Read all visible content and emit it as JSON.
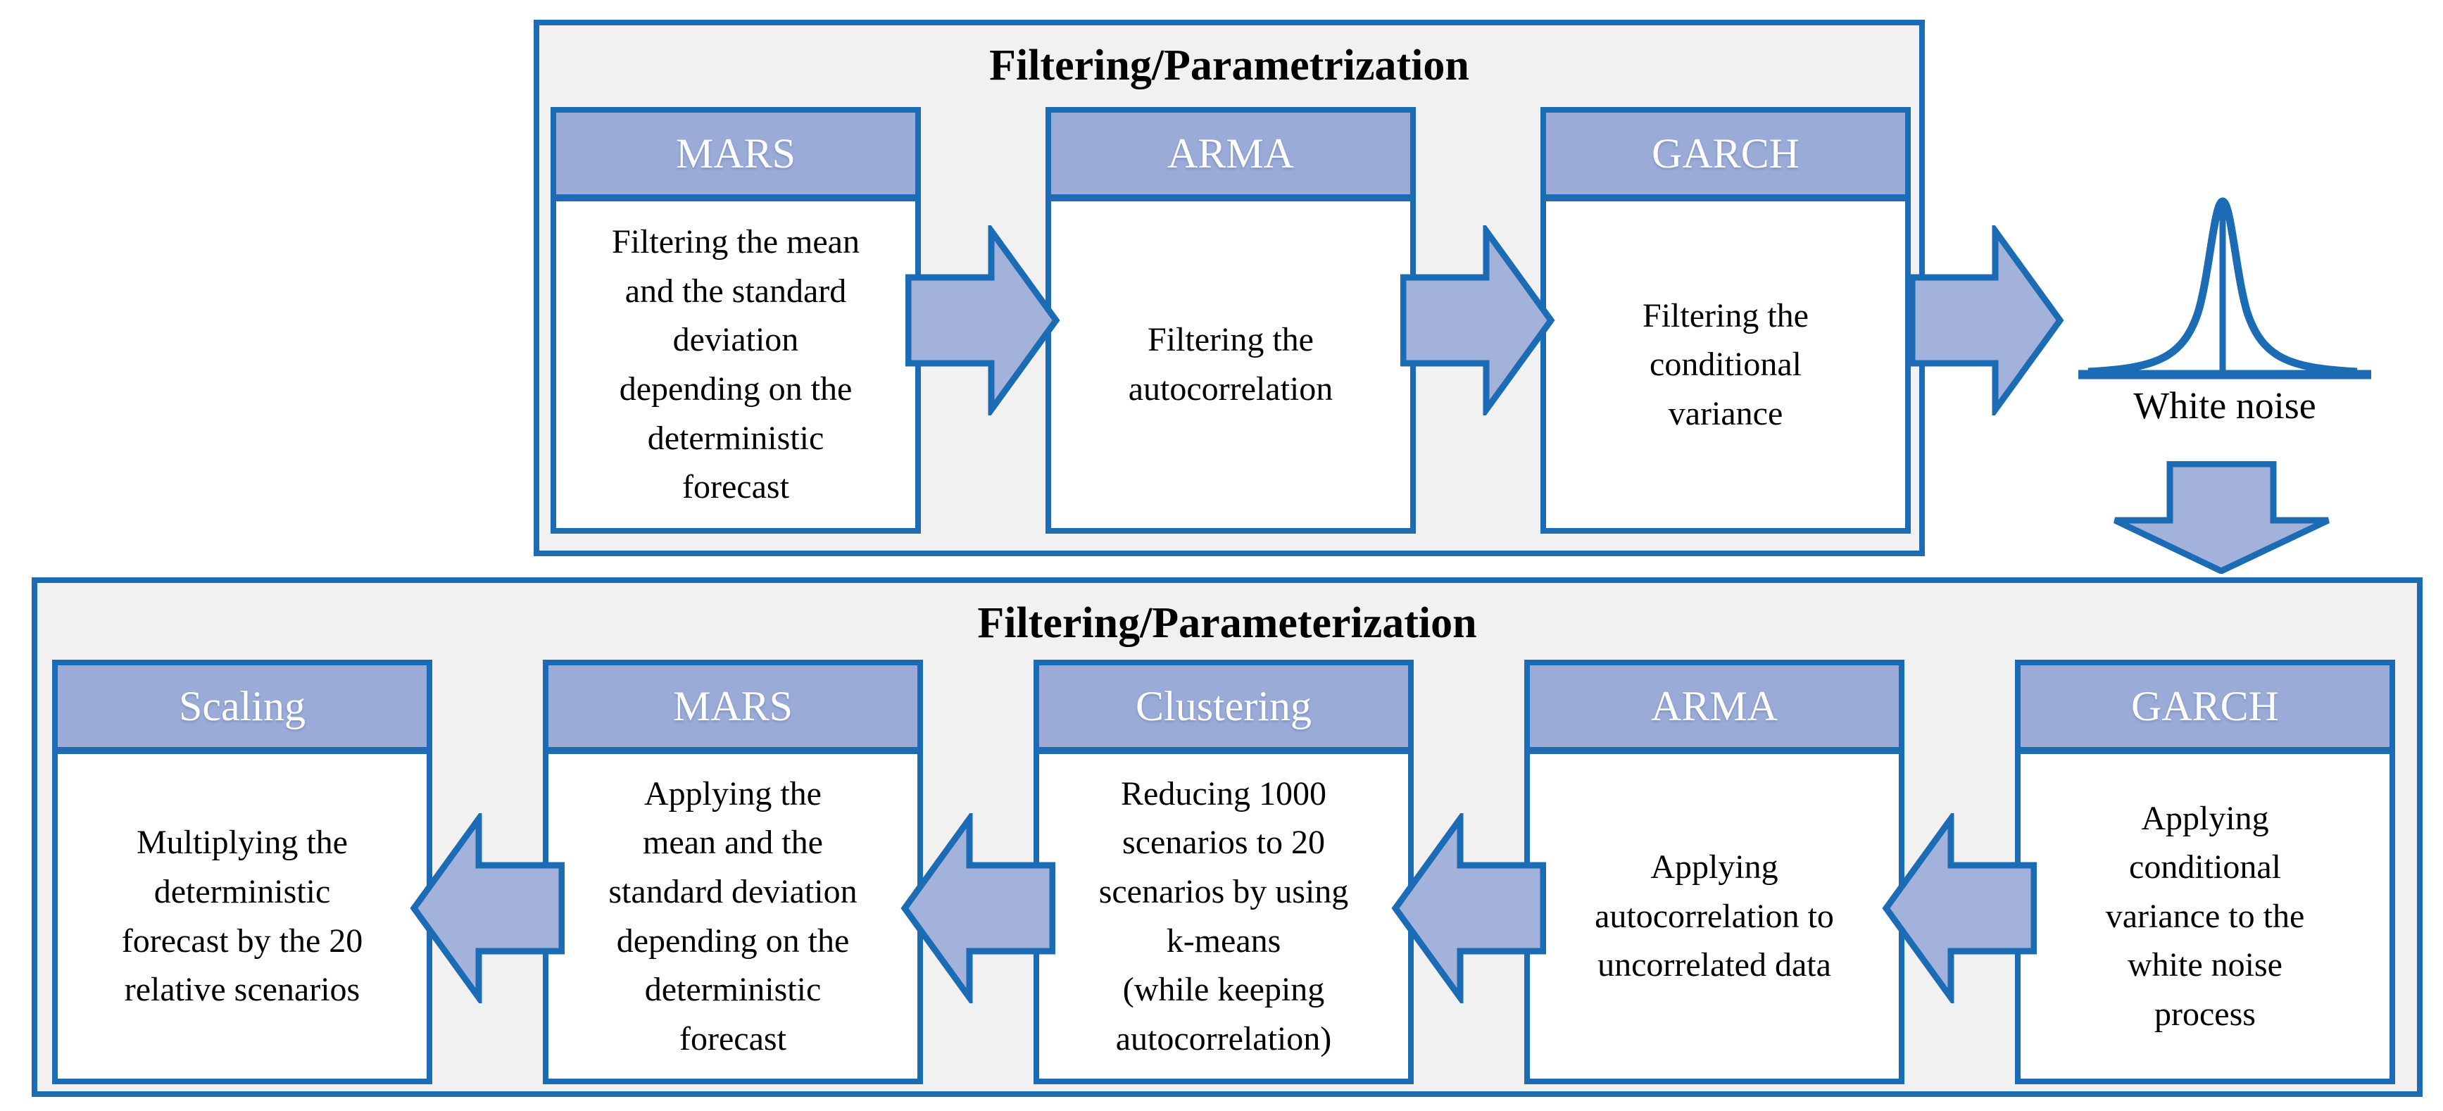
{
  "diagram": {
    "top_section": {
      "title": "Filtering/Parametrization",
      "boxes": [
        {
          "header": "MARS",
          "body": "Filtering the mean\nand the standard\ndeviation\ndepending on the\ndeterministic\nforecast"
        },
        {
          "header": "ARMA",
          "body": "Filtering the\nautocorrelation"
        },
        {
          "header": "GARCH",
          "body": "Filtering the\nconditional\nvariance"
        }
      ]
    },
    "white_noise": {
      "label": "White noise"
    },
    "bottom_section": {
      "title": "Filtering/Parameterization",
      "boxes": [
        {
          "header": "Scaling",
          "body": "Multiplying the\ndeterministic\nforecast by the 20\nrelative scenarios"
        },
        {
          "header": "MARS",
          "body": "Applying the\nmean and the\nstandard deviation\ndepending on the\ndeterministic\nforecast"
        },
        {
          "header": "Clustering",
          "body": "Reducing 1000\nscenarios to 20\nscenarios by using\nk-means\n(while keeping\nautocorrelation)"
        },
        {
          "header": "ARMA",
          "body": "Applying\nautocorrelation to\nuncorrelated data"
        },
        {
          "header": "GARCH",
          "body": "Applying\nconditional\nvariance to the\nwhite noise\nprocess"
        }
      ]
    },
    "colors": {
      "border_blue": "#1c6cb5",
      "header_fill": "#9aabd8",
      "arrow_fill": "#a3b2da",
      "panel_fill": "#f1f1f2",
      "body_fill": "#ffffff",
      "header_text": "#ffffff",
      "body_text": "#000000"
    }
  }
}
